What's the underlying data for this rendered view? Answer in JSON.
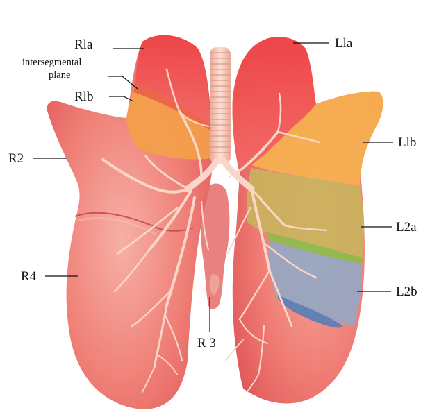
{
  "labels": {
    "rla": "Rla",
    "intersegmental_line1": "intersegmental",
    "intersegmental_line2": "plane",
    "rlb": "Rlb",
    "r2": "R2",
    "r4": "R4",
    "r3": "R 3",
    "lla": "Lla",
    "llb": "Llb",
    "l2a": "L2a",
    "l2b": "L2b"
  },
  "colors": {
    "lung_base": "#ee6e6a",
    "lung_light": "#f6a39a",
    "lung_dark": "#d94c4e",
    "upper_lobe": "#ef4a4c",
    "segment_orange": "#f5a245",
    "segment_olive": "#c9b05a",
    "segment_green": "#8cb84b",
    "segment_blue": "#8ea3c2",
    "segment_dark_blue": "#5f7fb0",
    "bronchi": "#f9d3c5",
    "trachea": "#f3c4b4"
  }
}
